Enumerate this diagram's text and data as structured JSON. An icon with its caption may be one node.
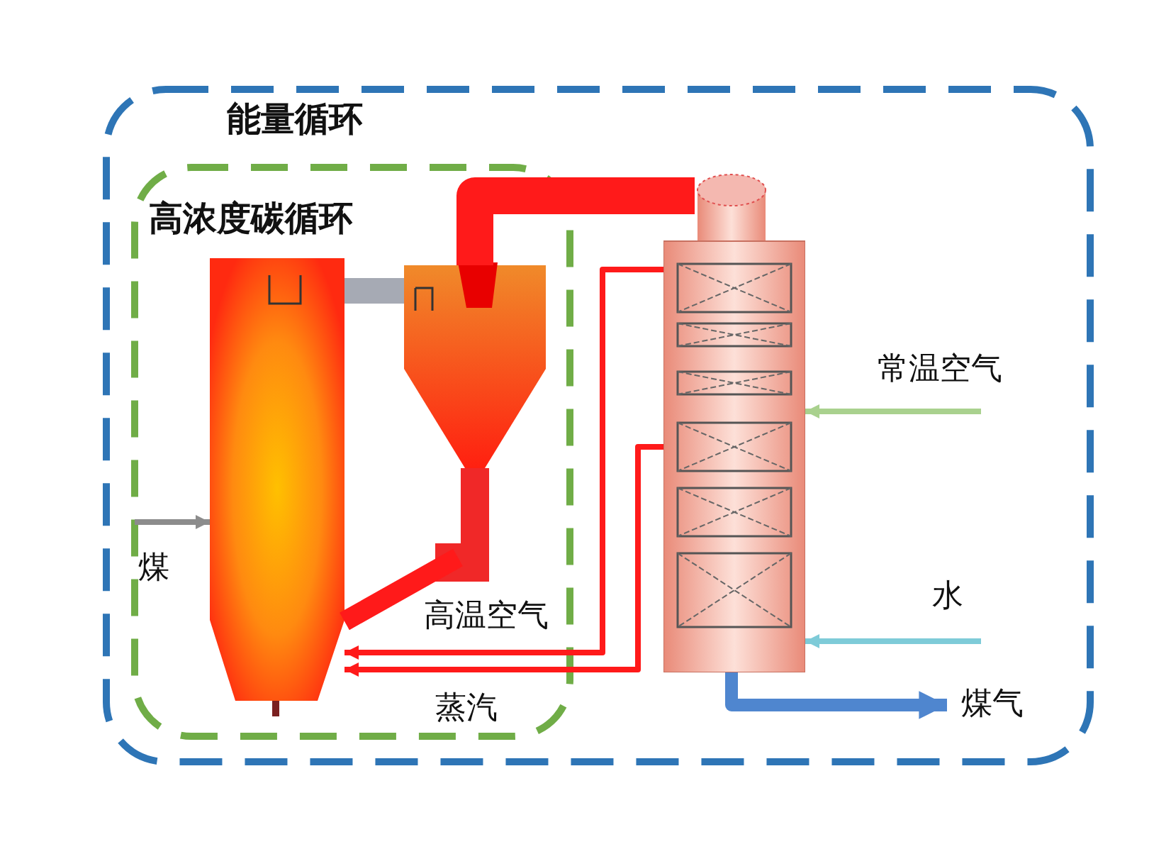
{
  "diagram": {
    "nodes": [
      {
        "text": [
          "能量循环"
        ]
      },
      {
        "text": [
          "高浓度碳循环"
        ],
        "in": 0
      },
      {
        "text": [],
        "shape": "picture",
        "in": 1
      },
      {
        "text": [],
        "shape": "picture",
        "in": 1
      },
      {
        "text": [],
        "shape": "picture",
        "in": 0
      },
      {
        "text": [
          "煤"
        ],
        "in": 1
      },
      {
        "text": [
          "常温空气"
        ],
        "in": 0
      },
      {
        "text": [
          "水"
        ],
        "in": 0
      },
      {
        "text": [
          "煤气"
        ],
        "in": 0
      }
    ],
    "edges": [
      {
        "from": 5,
        "to": 2,
        "arrow": "to",
        "color": "#8c8c8c"
      },
      {
        "from": 2,
        "to": 3,
        "arrow": "none",
        "style": "thick",
        "color": "#a6aab4"
      },
      {
        "from": 3,
        "to": 2,
        "arrow": "none",
        "style": "thick"
      },
      {
        "from": 3,
        "to": 4,
        "arrow": "none",
        "style": "thick"
      },
      {
        "from": 4,
        "to": 2,
        "arrow": "to",
        "label": "高温空气"
      },
      {
        "from": 4,
        "to": 2,
        "arrow": "to",
        "label": "蒸汽"
      },
      {
        "from": 6,
        "to": 4,
        "arrow": "to",
        "color": "#a9d18e"
      },
      {
        "from": 7,
        "to": 4,
        "arrow": "to",
        "color": "#7ecbd8"
      },
      {
        "from": 4,
        "to": 8,
        "arrow": "to",
        "style": "thick",
        "color": "#4f86cf"
      }
    ]
  }
}
